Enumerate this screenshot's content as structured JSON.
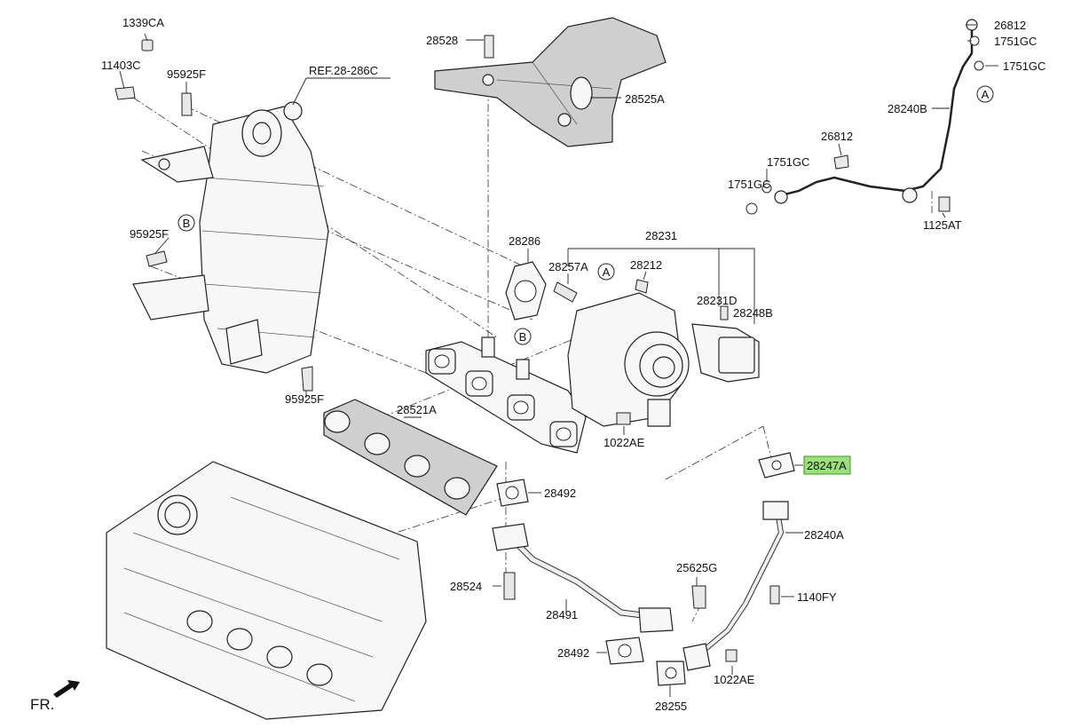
{
  "labels": {
    "p1339CA": "1339CA",
    "p11403C": "11403C",
    "p95925F_top": "95925F",
    "ref": "REF.28-286C",
    "p95925F_mid": "95925F",
    "p95925F_bot": "95925F",
    "p28528": "28528",
    "p28525A": "28525A",
    "p26812_top": "26812",
    "p1751GC_a": "1751GC",
    "p1751GC_b": "1751GC",
    "p28240B": "28240B",
    "p26812_mid": "26812",
    "p1751GC_c": "1751GC",
    "p1751GC_d": "1751GC",
    "p1125AT": "1125AT",
    "p28231": "28231",
    "p28286": "28286",
    "p28257A": "28257A",
    "p28212": "28212",
    "p28231D": "28231D",
    "p28248B": "28248B",
    "p28521A": "28521A",
    "p1022AE_mid": "1022AE",
    "p28247A": "28247A",
    "p28492_top": "28492",
    "p28240A": "28240A",
    "p25625G": "25625G",
    "p28524": "28524",
    "p1140FY": "1140FY",
    "p28491": "28491",
    "p28492_bot": "28492",
    "p1022AE_bot": "1022AE",
    "p28255": "28255",
    "fr": "FR."
  },
  "callouts": {
    "A_top": "A",
    "A_mid": "A",
    "B_left": "B",
    "B_mid": "B"
  },
  "colors": {
    "highlight_fill": "#9be07a",
    "highlight_stroke": "#3a9a2a"
  }
}
